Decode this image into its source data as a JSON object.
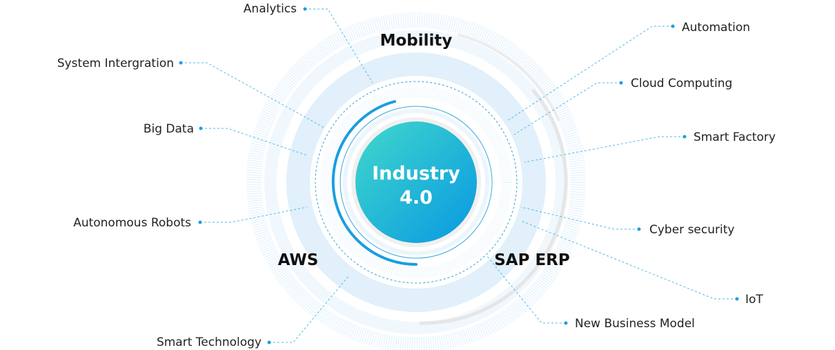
{
  "core": {
    "line1": "Industry",
    "line2": "4.0"
  },
  "rings": {
    "top": "Mobility",
    "left": "AWS",
    "right": "SAP ERP"
  },
  "labels": {
    "analytics": "Analytics",
    "system_integration": "System Intergration",
    "big_data": "Big Data",
    "autonomous_robots": "Autonomous Robots",
    "smart_technology": "Smart Technology",
    "automation": "Automation",
    "cloud_computing": "Cloud Computing",
    "smart_factory": "Smart Factory",
    "cyber_security": "Cyber security",
    "iot": "IoT",
    "new_business_model": "New Business Model"
  },
  "colors": {
    "accent": "#1f9fe0",
    "ring_light": "#e3f1fb",
    "core_start": "#3fd6cc",
    "core_end": "#0a9be0"
  }
}
